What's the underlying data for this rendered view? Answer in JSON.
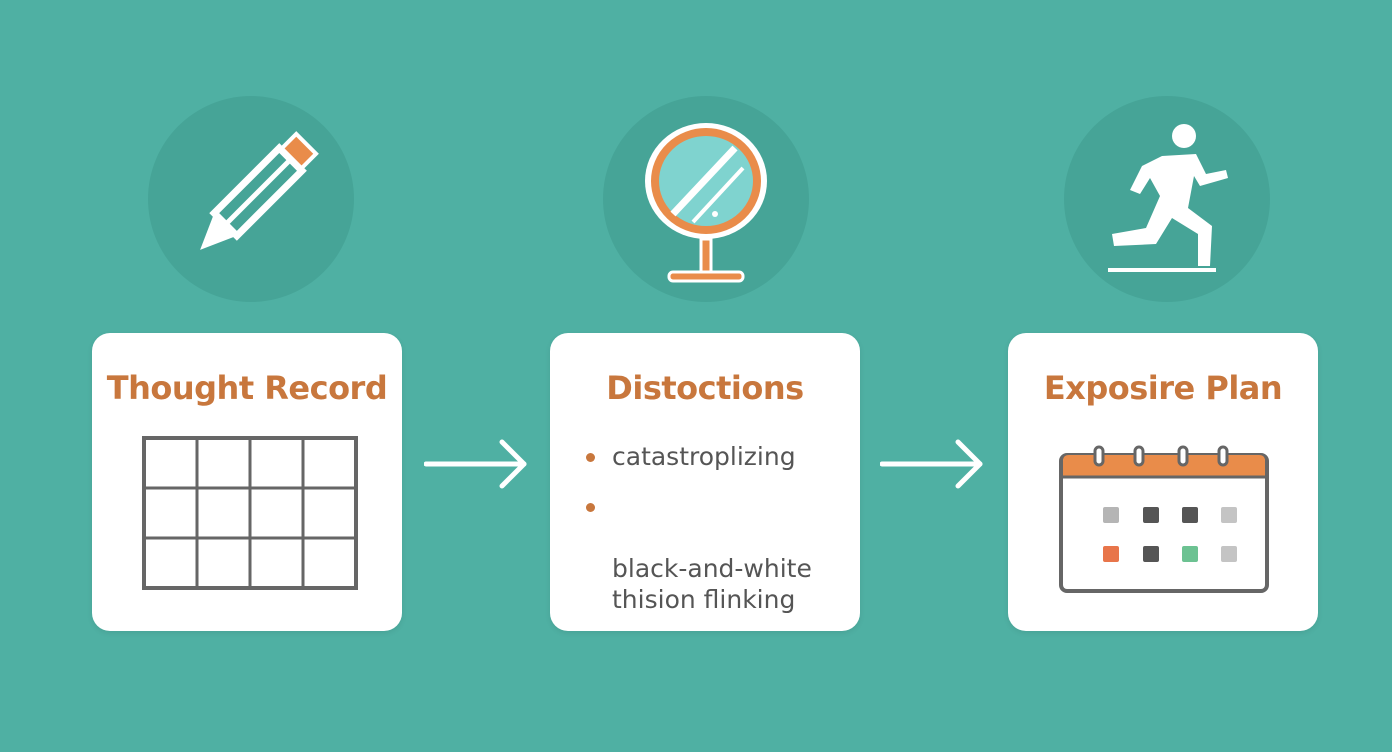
{
  "steps": [
    {
      "title": "Thought Record",
      "icon": "pencil-icon"
    },
    {
      "title": "Distoctions",
      "icon": "mirror-icon",
      "items": [
        "catastroplizing",
        "black-and-white\nthision flinking"
      ]
    },
    {
      "title": "Exposire Plan",
      "icon": "running-person-icon"
    }
  ],
  "colors": {
    "background": "#4fb0a3",
    "accent": "#c8773d",
    "icon_orange": "#e98c4a",
    "card": "#ffffff"
  }
}
